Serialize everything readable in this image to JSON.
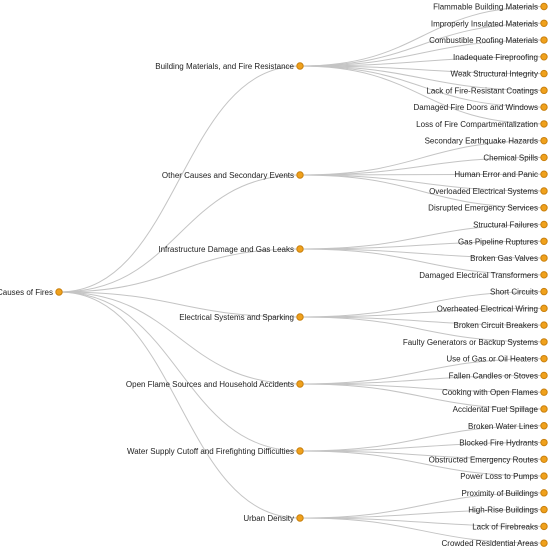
{
  "tree": {
    "root": "Causes of Fires",
    "groups": [
      {
        "label": "Building Materials, and Fire Resistance",
        "children": [
          "Flammable Building Materials",
          "Improperly Insulated Materials",
          "Combustible Roofing Materials",
          "Inadequate Fireproofing",
          "Weak Structural Integrity",
          "Lack of Fire-Resistant Coatings",
          "Damaged Fire Doors and Windows",
          "Loss of Fire Compartmentalization"
        ]
      },
      {
        "label": "Other Causes and Secondary Events",
        "children": [
          "Secondary Earthquake Hazards",
          "Chemical Spills",
          "Human Error and Panic",
          "Overloaded Electrical Systems",
          "Disrupted Emergency Services"
        ]
      },
      {
        "label": "Infrastructure Damage and Gas Leaks",
        "children": [
          "Structural Failures",
          "Gas Pipeline Ruptures",
          "Broken Gas Valves",
          "Damaged Electrical Transformers"
        ]
      },
      {
        "label": "Electrical Systems and Sparking",
        "children": [
          "Short Circuits",
          "Overheated Electrical Wiring",
          "Broken Circuit Breakers",
          "Faulty Generators or Backup Systems"
        ]
      },
      {
        "label": "Open Flame Sources and Household Accidents",
        "children": [
          "Use of Gas or Oil Heaters",
          "Fallen Candles or Stoves",
          "Cooking with Open Flames",
          "Accidental Fuel Spillage"
        ]
      },
      {
        "label": "Water Supply Cutoff and Firefighting Difficulties",
        "children": [
          "Broken Water Lines",
          "Blocked Fire Hydrants",
          "Obstructed Emergency Routes",
          "Power Loss to Pumps"
        ]
      },
      {
        "label": "Urban Density",
        "children": [
          "Proximity of Buildings",
          "High-Rise Buildings",
          "Lack of Firebreaks",
          "Crowded Residential Areas"
        ]
      }
    ]
  },
  "colors": {
    "node_fill": "#f0a11c",
    "node_stroke": "#c9800e",
    "link": "#c4c4c4",
    "text": "#222222"
  }
}
